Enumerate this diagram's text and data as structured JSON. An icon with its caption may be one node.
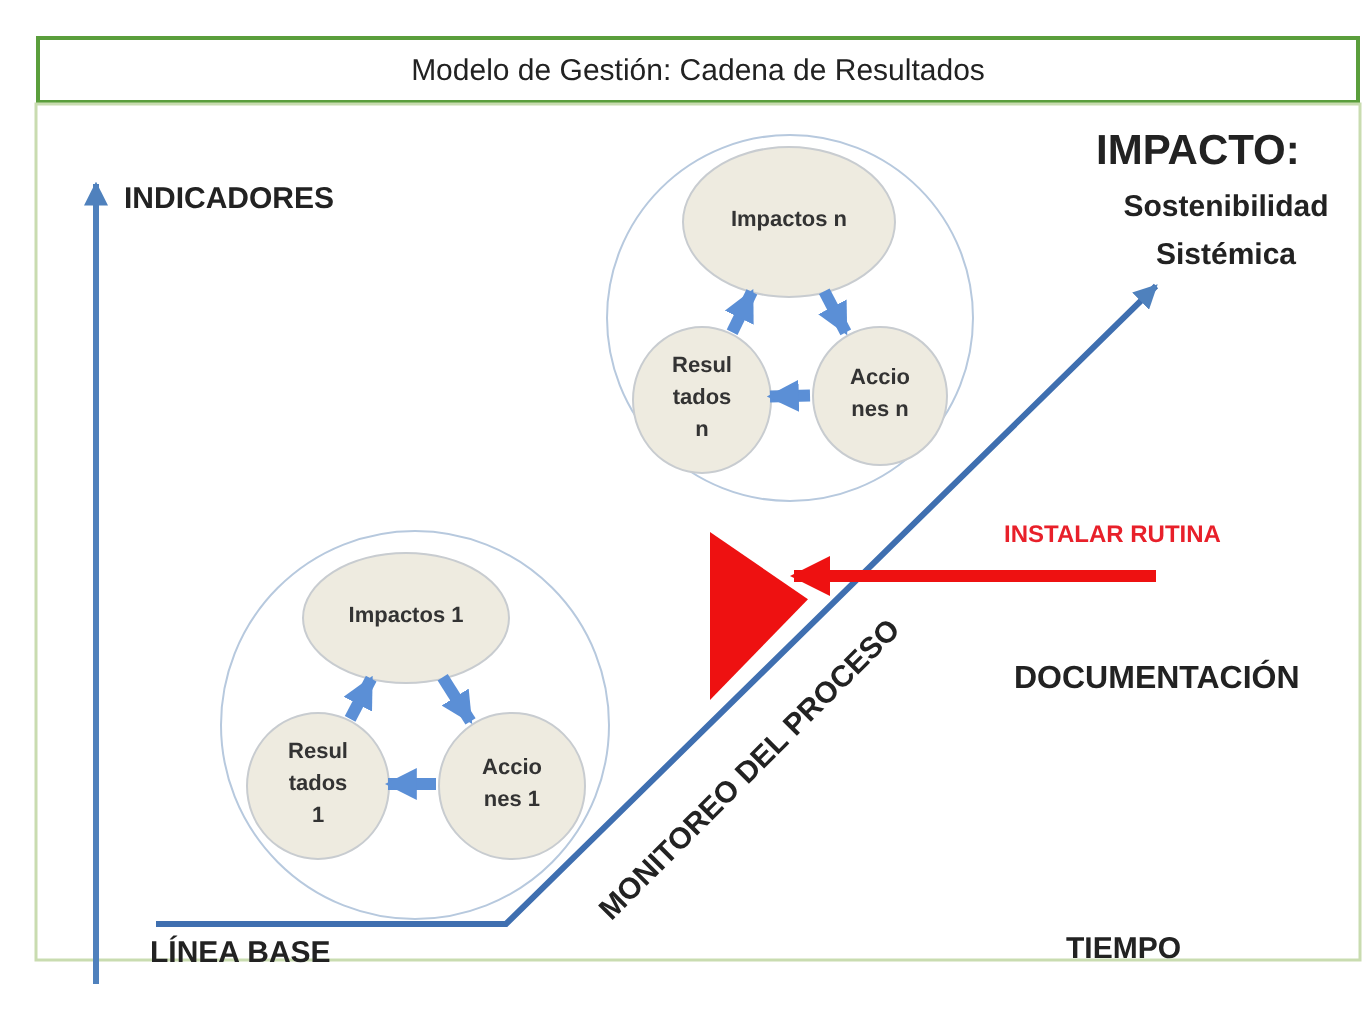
{
  "diagram": {
    "title": "Modelo de Gestión: Cadena de Resultados",
    "nodes": [
      {
        "text": [],
        "shape": "circle"
      },
      {
        "text": [
          "Impactos n"
        ],
        "in": 0
      },
      {
        "text": [
          "Resul tados n"
        ],
        "in": 0
      },
      {
        "text": [
          "Accio nes n"
        ],
        "in": 0
      },
      {
        "text": [],
        "shape": "circle"
      },
      {
        "text": [
          "Impactos 1"
        ],
        "in": 4
      },
      {
        "text": [
          "Resul tados 1"
        ],
        "in": 4
      },
      {
        "text": [
          "Accio nes 1"
        ],
        "in": 4
      },
      {
        "text": [],
        "shape": "triangle"
      }
    ],
    "edges": [
      {
        "from": 1,
        "to": 3,
        "arrow": "to"
      },
      {
        "from": 3,
        "to": 2,
        "arrow": "to"
      },
      {
        "from": 2,
        "to": 1,
        "arrow": "to"
      },
      {
        "from": 5,
        "to": 7,
        "arrow": "to"
      },
      {
        "from": 7,
        "to": 6,
        "arrow": "to"
      },
      {
        "from": 6,
        "to": 5,
        "arrow": "to"
      },
      {
        "from": null,
        "to": 8,
        "arrow": "to",
        "color": "#ee1111"
      }
    ],
    "labels": [
      "IMPACTO:",
      "INDICADORES",
      "Sostenibilidad Sistémica",
      "INSTALAR RUTINA",
      "DOCUMENTACIÓN",
      "MONITOREO DEL PROCESO",
      "LÍNEA BASE",
      "TIEMPO"
    ]
  }
}
